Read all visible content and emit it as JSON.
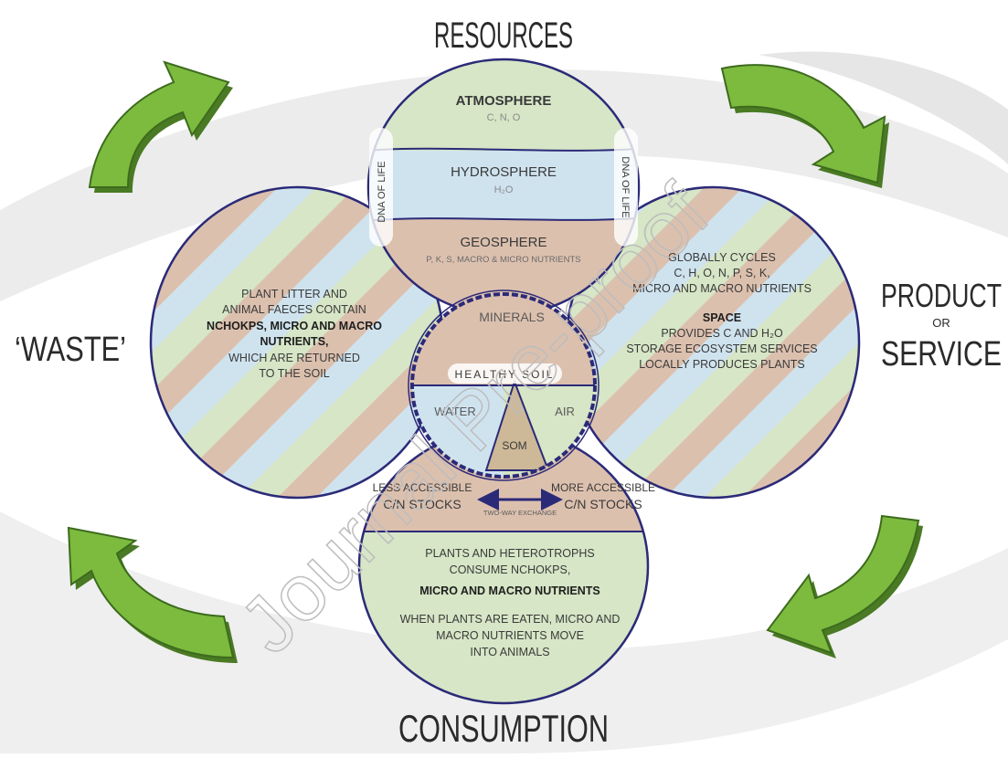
{
  "headings": {
    "resources": "Resources",
    "product": "Product",
    "or": "or",
    "service": "Service",
    "consumption": "Consumption",
    "waste": "‘Waste’"
  },
  "top_petal": {
    "atmosphere": "Atmosphere",
    "atmosphere_sub": "C, N, O",
    "hydrosphere": "Hydrosphere",
    "hydrosphere_sub": "H₂O",
    "geosphere": "Geosphere",
    "geosphere_sub": "P, K, S, macro & micro nutrients",
    "dna_left": "DNA of life",
    "dna_right": "DNA of life"
  },
  "left_petal": {
    "line1": "Plant litter and",
    "line2": "animal faeces contain",
    "line3": "NCHOKPS, micro and macro",
    "line4": "nutrients,",
    "line5": "which are returned",
    "line6": "to the soil"
  },
  "right_petal": {
    "line1": "Globally cycles",
    "line2": "C, H, O, N, P, S, K,",
    "line3": "micro and macro nutrients",
    "space": "Space",
    "line4": "provides C and H₂O",
    "line5": "storage ecosystem services",
    "line6": "locally produces plants"
  },
  "center": {
    "minerals": "Minerals",
    "healthy_soil": "Healthy soil",
    "water": "Water",
    "air": "Air",
    "som": "SOM"
  },
  "bottom_petal": {
    "less_accessible": "Less accessible",
    "cn_stocks_left": "C/N stocks",
    "more_accessible": "More accessible",
    "cn_stocks_right": "C/N stocks",
    "two_way": "Two-way exchange",
    "line1": "Plants and heterotrophs",
    "line2": "consume NCHOKPS,",
    "line3": "micro and macro nutrients",
    "line4": "When plants are eaten, micro and",
    "line5": "macro nutrients move",
    "line6": "into animals"
  },
  "watermark": "Journal Pre-proof",
  "colors": {
    "outline": "#2b2a78",
    "green_fill": "#d6e6c6",
    "blue_fill": "#cfe3ef",
    "tan_fill": "#dcc0ae",
    "arrow_green": "#7dbb3f",
    "arrow_dark": "#4a7a24",
    "background_swoosh": "#ececec"
  }
}
